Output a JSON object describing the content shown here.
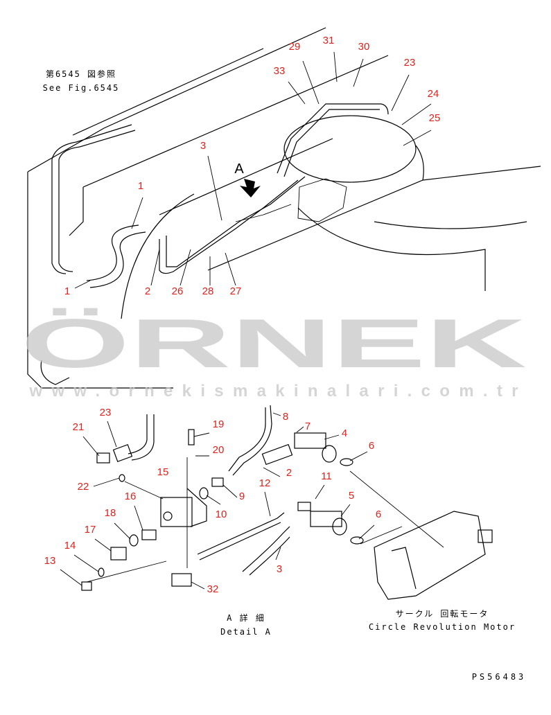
{
  "reference": {
    "jp": "第6545 図参照",
    "en": "See Fig.6545"
  },
  "view_marker": "A",
  "callouts_main": [
    "29",
    "31",
    "30",
    "23",
    "33",
    "24",
    "25",
    "3",
    "1",
    "2",
    "26",
    "28",
    "27",
    "1"
  ],
  "callouts_detail": [
    "8",
    "7",
    "4",
    "23",
    "19",
    "21",
    "20",
    "6",
    "15",
    "2",
    "11",
    "12",
    "22",
    "16",
    "9",
    "5",
    "10",
    "18",
    "6",
    "17",
    "14",
    "3",
    "13",
    "32"
  ],
  "detail_caption": {
    "jp": "A 詳 細",
    "en": "Detail A"
  },
  "motor_caption": {
    "jp": "サークル 回転モータ",
    "en": "Circle Revolution Motor"
  },
  "drawing_number": "PS56483",
  "watermark": {
    "logo": "ÖRNEK",
    "url": "www.ornekismakinalari.com.tr"
  },
  "colors": {
    "callout": "#e0211c",
    "watermark": "#c8c8c8",
    "line": "#000000"
  }
}
